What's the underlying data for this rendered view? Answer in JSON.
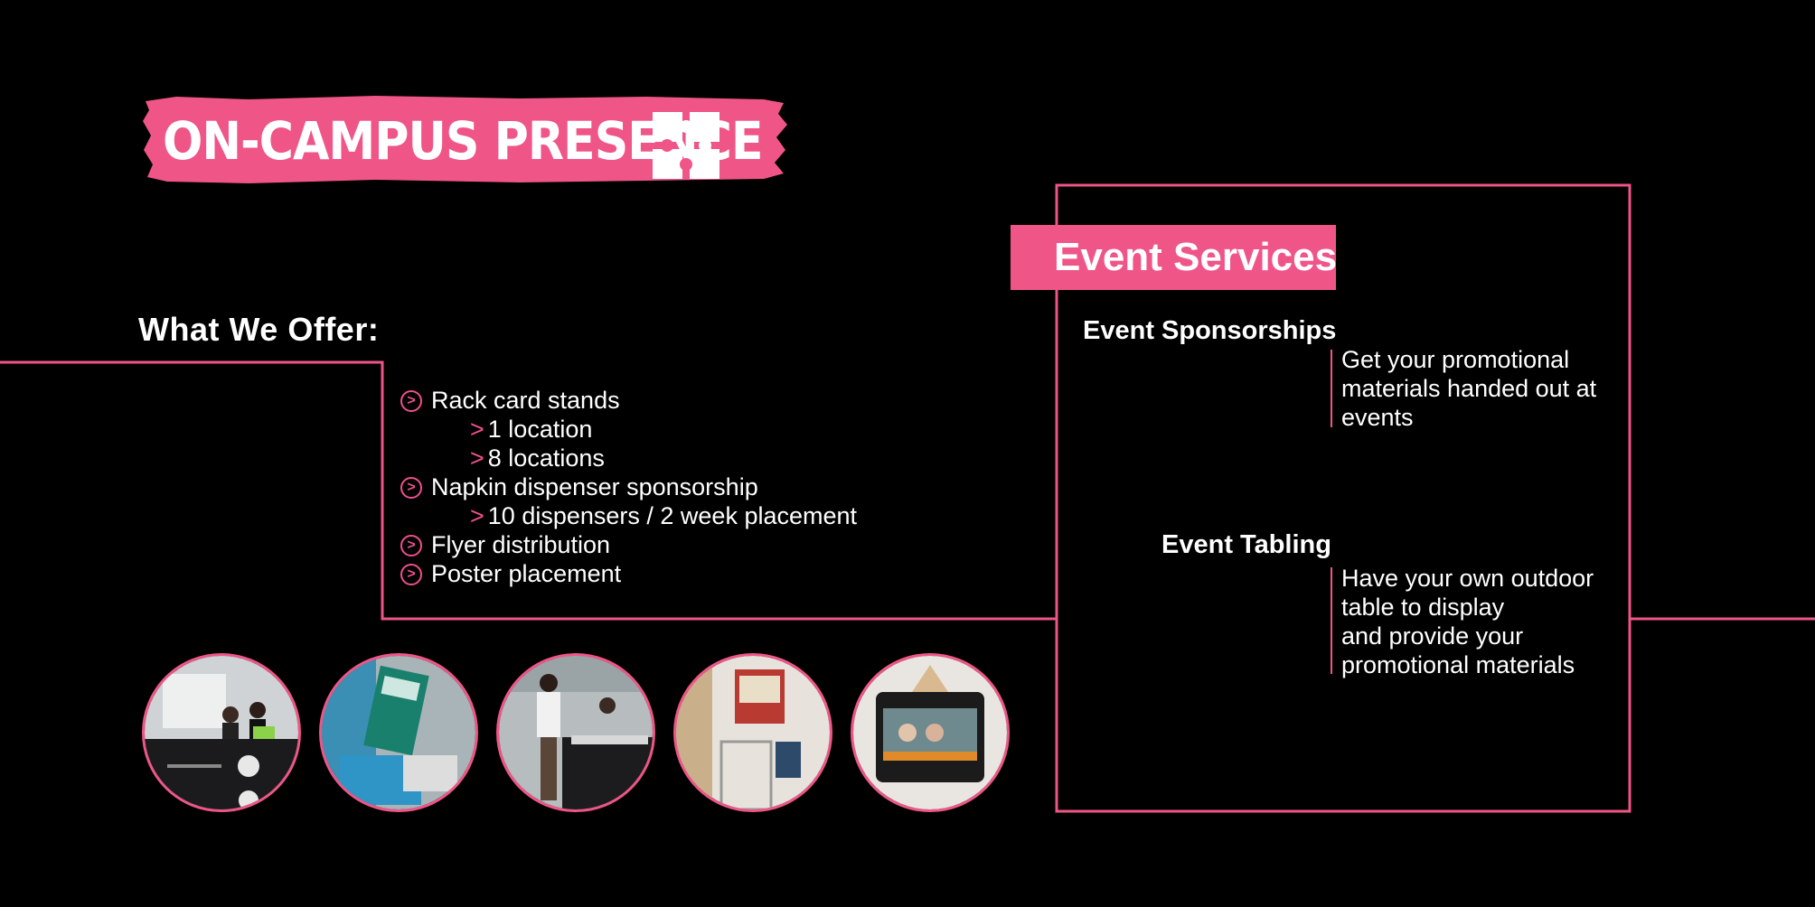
{
  "banner": {
    "title": "ON-CAMPUS PRESENCE"
  },
  "offer": {
    "heading": "What We Offer:",
    "items": [
      {
        "label": "Rack card stands"
      },
      {
        "label": "1 location",
        "sub": true
      },
      {
        "label": "8 locations",
        "sub": true
      },
      {
        "label": "Napkin dispenser sponsorship"
      },
      {
        "label": "10 dispensers / 2 week placement",
        "sub": true
      },
      {
        "label": "Flyer distribution"
      },
      {
        "label": "Poster placement"
      }
    ]
  },
  "event_services": {
    "tag": "Event Services",
    "sponsorships": {
      "heading": "Event Sponsorships",
      "lines": [
        "Get your promotional",
        "materials handed out at",
        "events"
      ]
    },
    "tabling": {
      "heading": "Event Tabling",
      "lines": [
        "Have your own outdoor",
        "table to display",
        "and provide your",
        "promotional materials"
      ]
    }
  },
  "photos": [
    {
      "name": "photo-tabling-booth"
    },
    {
      "name": "photo-flyer-handout"
    },
    {
      "name": "photo-outdoor-table"
    },
    {
      "name": "photo-rack-card-stand"
    },
    {
      "name": "photo-napkin-dispenser"
    }
  ],
  "colors": {
    "accent": "#ef5587",
    "background": "#000000",
    "text": "#ffffff"
  }
}
